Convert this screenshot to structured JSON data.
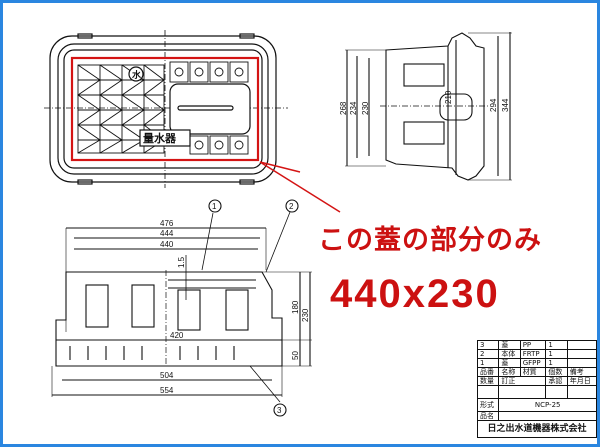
{
  "drawing": {
    "title_block": {
      "parts": [
        {
          "no": "3",
          "name": "蓋",
          "material": "PP",
          "qty": "1"
        },
        {
          "no": "2",
          "name": "本体",
          "material": "FRTP",
          "qty": "1"
        },
        {
          "no": "1",
          "name": "蓋",
          "material": "GFPP",
          "qty": "1"
        }
      ],
      "header": {
        "no": "品番",
        "name": "名称",
        "material": "材質",
        "qty": "個数",
        "remarks": "備考"
      },
      "revision_header": {
        "count": "数量",
        "content": "訂正",
        "approver": "承認",
        "date": "年月日"
      },
      "model_label": "形式",
      "model_value": "NCP-25",
      "name_label": "品名",
      "company": "日之出水道機器株式会社"
    },
    "top_view": {
      "meter_label": "量水器",
      "water_symbol": "水"
    },
    "side_view_dims": [
      "268",
      "234",
      "230",
      "210",
      "294",
      "344"
    ],
    "front_view_dims": {
      "top": [
        "476",
        "444",
        "440"
      ],
      "thickness": "1.5",
      "mid": "420",
      "bottom": [
        "504",
        "554"
      ],
      "right": [
        "180",
        "230",
        "50"
      ]
    },
    "balloons": [
      "1",
      "2",
      "3"
    ]
  },
  "annotation": {
    "note": "この蓋の部分のみ",
    "size": "440x230",
    "color": "#cc1111"
  }
}
